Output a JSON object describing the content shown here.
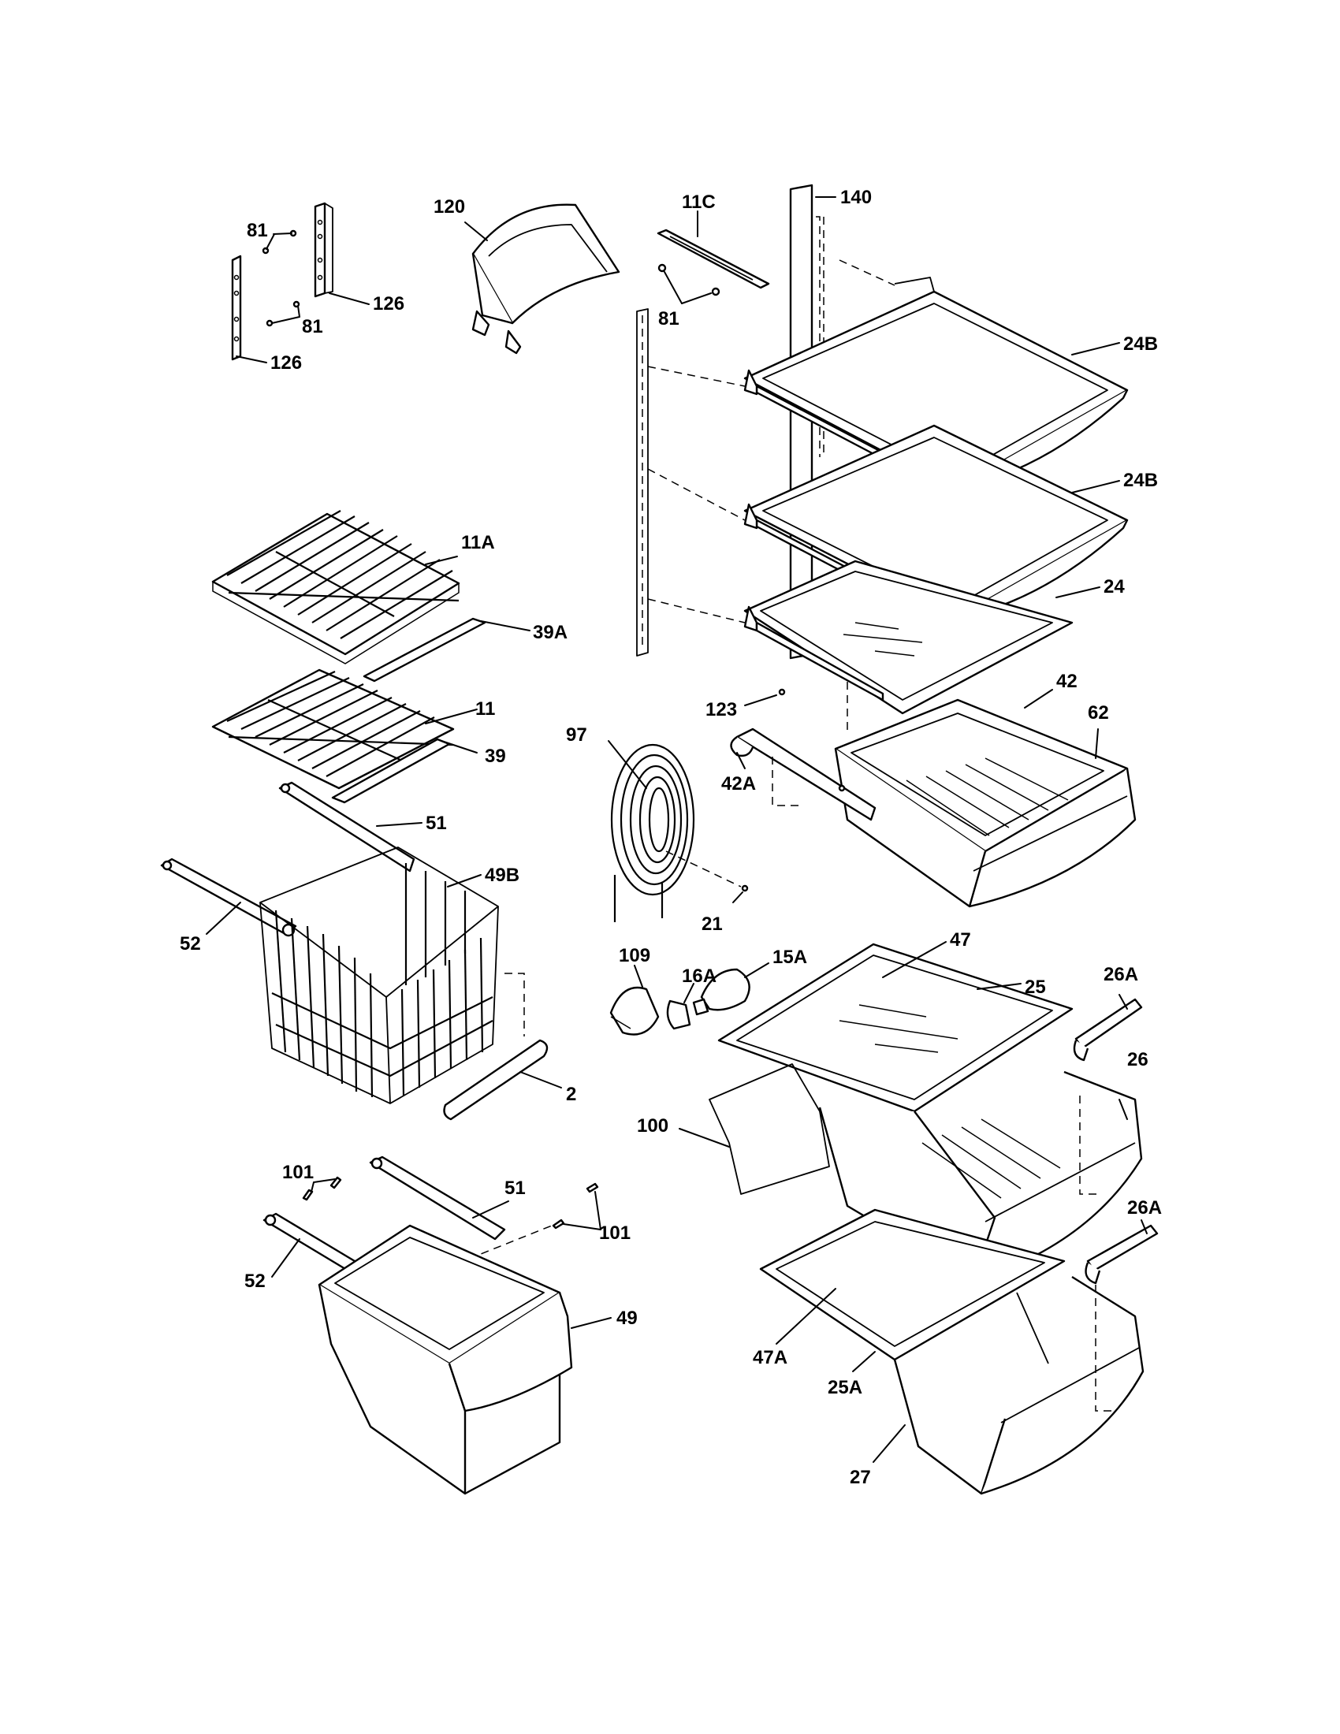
{
  "labels": {
    "l81a": "81",
    "l126a": "126",
    "l81b": "81",
    "l126b": "126",
    "l120": "120",
    "l11c": "11C",
    "l81c": "81",
    "l140": "140",
    "l24b1": "24B",
    "l24b2": "24B",
    "l24": "24",
    "l11a": "11A",
    "l39a": "39A",
    "l11": "11",
    "l39": "39",
    "l97": "97",
    "l123": "123",
    "l42": "42",
    "l62": "62",
    "l42a": "42A",
    "l51a": "51",
    "l49b": "49B",
    "l52a": "52",
    "l21": "21",
    "l109": "109",
    "l16a": "16A",
    "l15a": "15A",
    "l47": "47",
    "l25": "25",
    "l26a1": "26A",
    "l26": "26",
    "l2": "2",
    "l100": "100",
    "l101a": "101",
    "l51b": "51",
    "l101b": "101",
    "l52b": "52",
    "l49": "49",
    "l26a2": "26A",
    "l47a": "47A",
    "l25a": "25A",
    "l27": "27"
  }
}
